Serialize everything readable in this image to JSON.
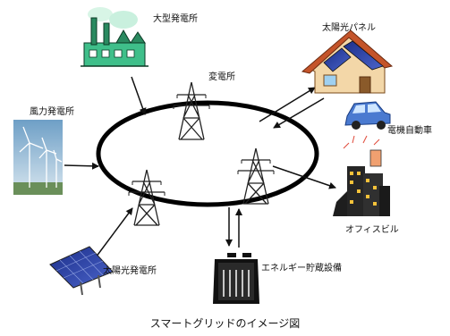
{
  "labels": {
    "large_power_plant": "大型発電所",
    "substation": "変電所",
    "solar_panel_house": "太陽光パネル",
    "electric_vehicle": "電機自動車",
    "wind_power": "風力発電所",
    "office_building": "オフィスビル",
    "energy_storage": "エネルギー貯蔵設備",
    "solar_power_plant": "太陽光発電所"
  },
  "caption": "スマートグリッドのイメージ図"
}
